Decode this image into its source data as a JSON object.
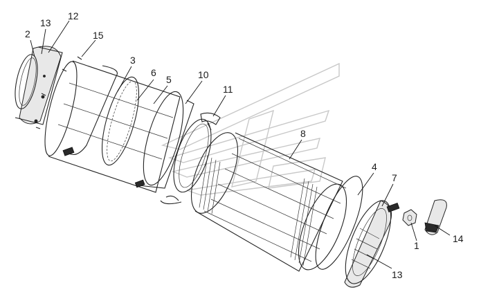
{
  "diagram": {
    "callouts": [
      {
        "id": "c2",
        "text": "2"
      },
      {
        "id": "c13a",
        "text": "13"
      },
      {
        "id": "c12",
        "text": "12"
      },
      {
        "id": "c15",
        "text": "15"
      },
      {
        "id": "c3",
        "text": "3"
      },
      {
        "id": "c6",
        "text": "6"
      },
      {
        "id": "c5",
        "text": "5"
      },
      {
        "id": "c10",
        "text": "10"
      },
      {
        "id": "c11",
        "text": "11"
      },
      {
        "id": "c8",
        "text": "8"
      },
      {
        "id": "c4",
        "text": "4"
      },
      {
        "id": "c7",
        "text": "7"
      },
      {
        "id": "c1",
        "text": "1"
      },
      {
        "id": "c14",
        "text": "14"
      },
      {
        "id": "c13b",
        "text": "13"
      }
    ]
  }
}
